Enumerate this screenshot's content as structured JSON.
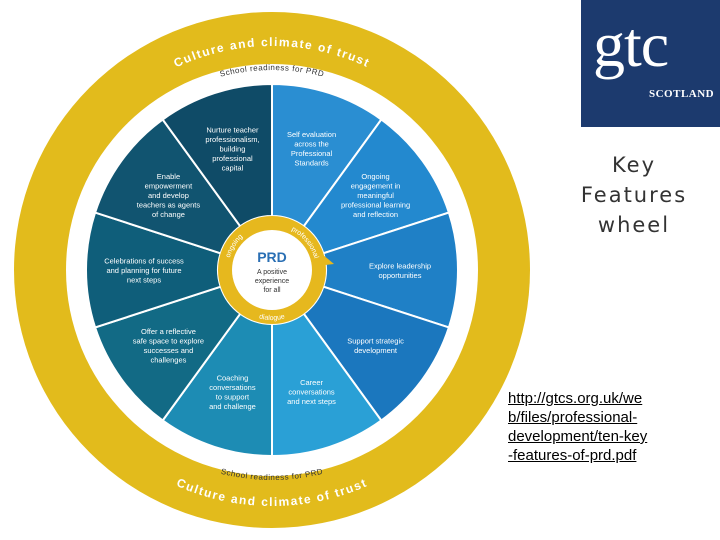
{
  "logo": {
    "main": "gtc",
    "sub": "SCOTLAND"
  },
  "title_lines": [
    "Key",
    "Features",
    "wheel"
  ],
  "source_lines": [
    "http://gtcs.org.uk/we",
    "b/files/professional-",
    "development/ten-key",
    "-features-of-prd.pdf"
  ],
  "wheel": {
    "outer_ring_text": "Culture and climate of trust",
    "inner_ring_text": "School readiness for PRD",
    "segments": [
      {
        "lines": [
          "Self evaluation",
          "across the",
          "Professional",
          "Standards"
        ]
      },
      {
        "lines": [
          "Ongoing",
          "engagement in",
          "meaningful",
          "professional learning",
          "and reflection"
        ]
      },
      {
        "lines": [
          "Explore leadership",
          "opportunities"
        ]
      },
      {
        "lines": [
          "Support strategic",
          "development"
        ]
      },
      {
        "lines": [
          "Career",
          "conversations",
          "and next steps"
        ]
      },
      {
        "lines": [
          "Coaching",
          "conversations",
          "to support",
          "and challenge"
        ]
      },
      {
        "lines": [
          "Offer a reflective",
          "safe space to explore",
          "successes and",
          "challenges"
        ]
      },
      {
        "lines": [
          "Celebrations of success",
          "and planning for future",
          "next steps"
        ]
      },
      {
        "lines": [
          "Enable",
          "empowerment",
          "and develop",
          "teachers as agents",
          "of change"
        ]
      },
      {
        "lines": [
          "Nurture teacher",
          "professionalism,",
          "building",
          "professional",
          "capital"
        ]
      }
    ],
    "center": {
      "title": "PRD",
      "lines": [
        "A positive",
        "experience",
        "for all"
      ],
      "arc_labels": {
        "ongoing": "ongoing",
        "professional": "professional",
        "dialogue": "dialogue"
      }
    },
    "colors": {
      "outer_ring": "#e2bb1c",
      "inner_ring": "#ffffff",
      "segments": [
        "#2a8ed2",
        "#2389cf",
        "#1f80c6",
        "#1b77be",
        "#2aa0d6",
        "#1d8cb4",
        "#126a85",
        "#0f5e7a",
        "#115470",
        "#0f4b67"
      ],
      "center_fill": "#ffffff",
      "center_arrow": "#e6b81e",
      "center_title": "#2a6fb4"
    }
  }
}
